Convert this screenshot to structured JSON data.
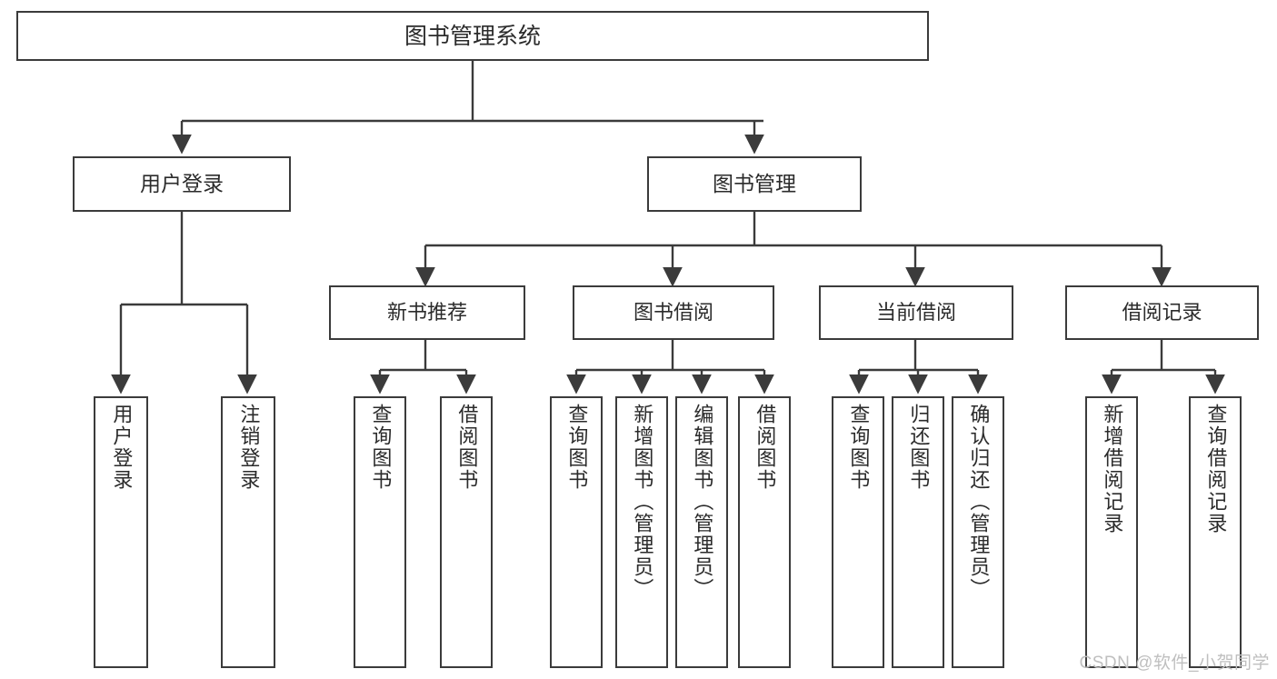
{
  "diagram": {
    "title": "图书管理系统",
    "type": "tree-hierarchy",
    "watermark": "CSDN @软件_小贺同学",
    "colors": {
      "stroke": "#3b3b3b",
      "fill": "#ffffff",
      "text": "#2b2b2b",
      "watermark": "#bfbfbf"
    },
    "nodes": {
      "root": {
        "label": "图书管理系统"
      },
      "level1": [
        {
          "label": "用户登录"
        },
        {
          "label": "图书管理"
        }
      ],
      "level2": [
        {
          "label": "新书推荐"
        },
        {
          "label": "图书借阅"
        },
        {
          "label": "当前借阅"
        },
        {
          "label": "借阅记录"
        }
      ],
      "leaves": {
        "user_login": [
          {
            "label": "用户登录"
          },
          {
            "label": "注销登录"
          }
        ],
        "new_book_recommend": [
          {
            "label": "查询图书"
          },
          {
            "label": "借阅图书"
          }
        ],
        "book_borrow": [
          {
            "label": "查询图书"
          },
          {
            "label": "新增图书（管理员）"
          },
          {
            "label": "编辑图书（管理员）"
          },
          {
            "label": "借阅图书"
          }
        ],
        "current_borrow": [
          {
            "label": "查询图书"
          },
          {
            "label": "归还图书"
          },
          {
            "label": "确认归还（管理员）"
          }
        ],
        "borrow_record": [
          {
            "label": "新增借阅记录"
          },
          {
            "label": "查询借阅记录"
          }
        ]
      }
    }
  }
}
